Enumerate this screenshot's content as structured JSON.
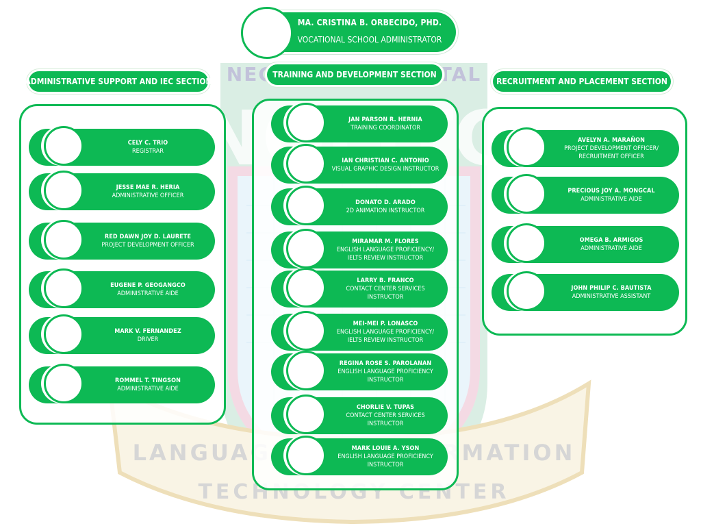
{
  "watermark": {
    "top_text": "NEGROS OCCIDENTAL",
    "bottom_line1": "LANGUAGE AND INFORMATION",
    "bottom_line2": "TECHNOLOGY CENTER"
  },
  "colors": {
    "accent": "#0db954",
    "ribbon": "#d8b45a",
    "shield": "#a9d9c0"
  },
  "head": {
    "name": "MA. CRISTINA B. ORBECIDO, PHD.",
    "role": "VOCATIONAL SCHOOL ADMINISTRATOR"
  },
  "sections": [
    {
      "title": "ADMINISTRATIVE SUPPORT AND IEC SECTION",
      "members": [
        {
          "name": "CELY C. TRIO",
          "role": [
            "REGISTRAR"
          ]
        },
        {
          "name": "JESSE MAE R. HERIA",
          "role": [
            "ADMINISTRATIVE OFFICER"
          ]
        },
        {
          "name": "RED DAWN JOY D. LAURETE",
          "role": [
            "PROJECT DEVELOPMENT OFFICER"
          ]
        },
        {
          "name": "EUGENE P. GEOGANGCO",
          "role": [
            "ADMINISTRATIVE AIDE"
          ]
        },
        {
          "name": "MARK V. FERNANDEZ",
          "role": [
            "DRIVER"
          ]
        },
        {
          "name": "ROMMEL T. TINGSON",
          "role": [
            "ADMINISTRATIVE AIDE"
          ]
        }
      ]
    },
    {
      "title": "TRAINING AND DEVELOPMENT SECTION",
      "members": [
        {
          "name": "JAN PARSON R. HERNIA",
          "role": [
            "TRAINING COORDINATOR"
          ]
        },
        {
          "name": "IAN CHRISTIAN C. ANTONIO",
          "role": [
            "VISUAL GRAPHIC DESIGN INSTRUCTOR"
          ]
        },
        {
          "name": "DONATO D. ARADO",
          "role": [
            "2D ANIMATION INSTRUCTOR"
          ]
        },
        {
          "name": "MIRAMAR M. FLORES",
          "role": [
            "ENGLISH LANGUAGE PROFICIENCY/",
            "IELTS REVIEW INSTRUCTOR"
          ]
        },
        {
          "name": "LARRY B. FRANCO",
          "role": [
            "CONTACT CENTER SERVICES INSTRUCTOR"
          ]
        },
        {
          "name": "MEI-MEI P. LONASCO",
          "role": [
            "ENGLISH LANGUAGE PROFICIENCY/",
            "IELTS REVIEW INSTRUCTOR"
          ]
        },
        {
          "name": "REGINA ROSE S. PAROLANAN",
          "role": [
            "ENGLISH LANGUAGE PROFICIENCY INSTRUCTOR"
          ]
        },
        {
          "name": "CHORLIE V. TUPAS",
          "role": [
            "CONTACT CENTER SERVICES INSTRUCTOR"
          ]
        },
        {
          "name": "MARK LOUIE A. YSON",
          "role": [
            "ENGLISH LANGUAGE PROFICIENCY INSTRUCTOR"
          ]
        }
      ]
    },
    {
      "title": "RECRUITMENT AND PLACEMENT SECTION",
      "members": [
        {
          "name": "AVELYN A. MARAÑON",
          "role": [
            "PROJECT DEVELOPMENT OFFICER/",
            "RECRUITMENT OFFICER"
          ]
        },
        {
          "name": "PRECIOUS JOY A. MONGCAL",
          "role": [
            "ADMINISTRATIVE AIDE"
          ]
        },
        {
          "name": "OMEGA B. ARMIGOS",
          "role": [
            "ADMINISTRATIVE AIDE"
          ]
        },
        {
          "name": "JOHN PHILIP C. BAUTISTA",
          "role": [
            "ADMINISTRATIVE ASSISTANT"
          ]
        }
      ]
    }
  ]
}
